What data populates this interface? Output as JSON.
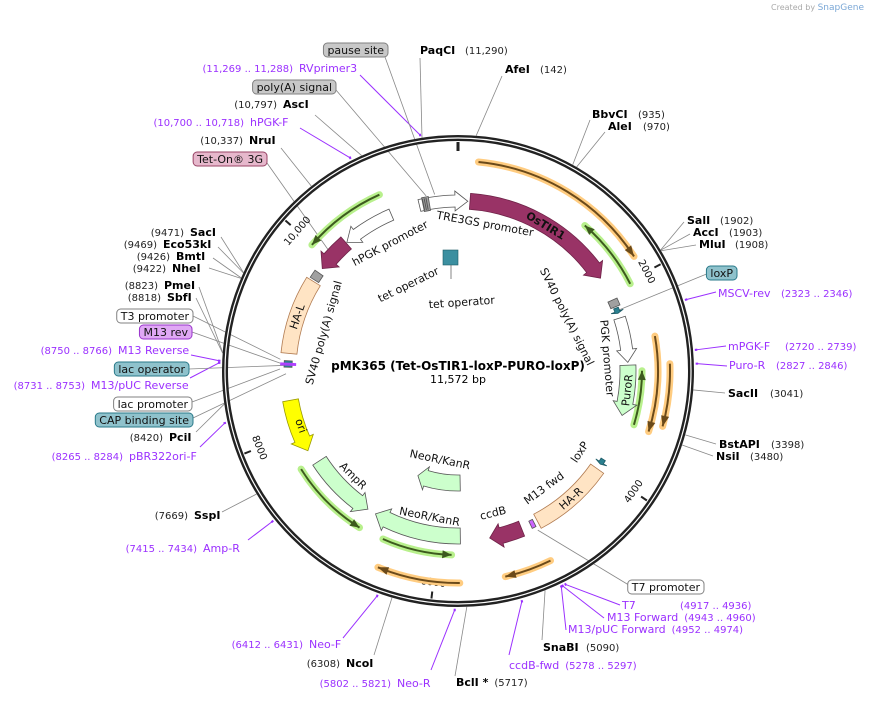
{
  "header": {
    "created_by": "Created by",
    "brand": "SnapGene"
  },
  "plasmid": {
    "name": "pMK365 (Tet-OsTIR1-loxP-PURO-loxP)",
    "length_label": "11,572 bp",
    "length_bp": 11572
  },
  "ticks": [
    {
      "bp": 2000,
      "label": "2000"
    },
    {
      "bp": 4000,
      "label": "4000"
    },
    {
      "bp": 6000,
      "label": "6000"
    },
    {
      "bp": 8000,
      "label": "8000"
    },
    {
      "bp": 10000,
      "label": "10,000"
    }
  ],
  "colors": {
    "ring": "#000000",
    "enzyme": "#000000",
    "primer": "#9b30ff",
    "cds": "#993366",
    "promoter": "#ffffff",
    "marker": "#ccffcc",
    "ori": "#ffff00",
    "homology": "#ffe4c4",
    "polyA": "#a0a0a0",
    "loxP": "#2a8090",
    "primer_green": "#b8f08c",
    "primer_orange": "#ffcc80"
  },
  "features": [
    {
      "name": "OsTIR1",
      "label": "OsTIR1",
      "start": 130,
      "end": 1830,
      "strand": 1,
      "type": "cds",
      "color": "#993366"
    },
    {
      "name": "TRE3GS promoter",
      "label": "TRE3GS promoter",
      "start": 11150,
      "end": 11678,
      "strand": 1,
      "type": "promoter",
      "color": "#ffffff"
    },
    {
      "name": "tet operator",
      "label": "",
      "start": 11190,
      "end": 11260,
      "strand": 0,
      "type": "misc",
      "color": "#a0a0a0"
    },
    {
      "name": "hPGK promoter",
      "label": "hPGK promoter",
      "start": 10260,
      "end": 10830,
      "strand": -1,
      "type": "promoter",
      "color": "#ffffff"
    },
    {
      "name": "Tet-On 3G",
      "label": "",
      "start": 9870,
      "end": 10250,
      "strand": -1,
      "type": "cds",
      "color": "#993366"
    },
    {
      "name": "SV40 poly(A) signal",
      "label": "SV40 poly(A) signal",
      "start": 9720,
      "end": 9810,
      "strand": 0,
      "type": "polyA",
      "color": "#a0a0a0"
    },
    {
      "name": "HA-L",
      "label": "HA-L",
      "start": 8870,
      "end": 9700,
      "strand": 0,
      "type": "homology",
      "color": "#ffe4c4"
    },
    {
      "name": "lac operator",
      "label": "",
      "start": 8720,
      "end": 8790,
      "strand": 0,
      "type": "misc",
      "color": "#2a8090"
    },
    {
      "name": "ori",
      "label": "ori",
      "start": 7780,
      "end": 8360,
      "strand": -1,
      "type": "ori",
      "color": "#ffff00"
    },
    {
      "name": "AmpR",
      "label": "AmpR",
      "start": 6850,
      "end": 7620,
      "strand": -1,
      "type": "marker",
      "color": "#ccffcc"
    },
    {
      "name": "NeoR/KanR",
      "label": "NeoR/KanR",
      "start": 5750,
      "end": 6460,
      "strand": 1,
      "type": "marker",
      "color": "#ccffcc"
    },
    {
      "name": "NeoR/KanR",
      "label": "NeoR/KanR",
      "start": 5760,
      "end": 6750,
      "strand": 1,
      "type": "marker",
      "color": "#ccffcc"
    },
    {
      "name": "ccdB",
      "label": "ccdB",
      "start": 5080,
      "end": 5440,
      "strand": 1,
      "type": "cds",
      "color": "#993366"
    },
    {
      "name": "M13 fwd",
      "label": "M13 fwd",
      "start": 4930,
      "end": 4975,
      "strand": 0,
      "type": "primer_bind",
      "color": "#cc66ff"
    },
    {
      "name": "HA-R",
      "label": "HA-R",
      "start": 4020,
      "end": 4890,
      "strand": 0,
      "type": "homology",
      "color": "#ffe4c4"
    },
    {
      "name": "loxP",
      "label": "loxP",
      "start": 3900,
      "end": 3960,
      "strand": 1,
      "type": "loxP",
      "color": "#2a8090"
    },
    {
      "name": "PuroR",
      "label": "PuroR",
      "start": 2830,
      "end": 3380,
      "strand": 1,
      "type": "marker",
      "color": "#ccffcc"
    },
    {
      "name": "PGK promoter",
      "label": "PGK promoter",
      "start": 2310,
      "end": 2800,
      "strand": 1,
      "type": "promoter",
      "color": "#ffffff"
    },
    {
      "name": "loxP",
      "label": "",
      "start": 2195,
      "end": 2255,
      "strand": 1,
      "type": "loxP",
      "color": "#2a8090"
    },
    {
      "name": "SV40 poly(A) signal",
      "label": "SV40 poly(A) signal",
      "start": 2100,
      "end": 2180,
      "strand": 0,
      "type": "polyA",
      "color": "#a0a0a0"
    }
  ],
  "center_feature": {
    "name": "tet operator",
    "labels": [
      "tet operator",
      "tet operator"
    ]
  },
  "binding_arcs": [
    {
      "start": 9990,
      "end": 10800,
      "strand": -1,
      "kind": "green"
    },
    {
      "start": 1320,
      "end": 2030,
      "strand": -1,
      "kind": "green"
    },
    {
      "start": 2890,
      "end": 3440,
      "strand": -1,
      "kind": "green"
    },
    {
      "start": 6820,
      "end": 7650,
      "strand": -1,
      "kind": "green"
    },
    {
      "start": 5850,
      "end": 6560,
      "strand": -1,
      "kind": "green"
    },
    {
      "start": 180,
      "end": 1830,
      "strand": 1,
      "kind": "orange"
    },
    {
      "start": 2570,
      "end": 3460,
      "strand": 1,
      "kind": "orange"
    },
    {
      "start": 2830,
      "end": 3380,
      "strand": 1,
      "kind": "orange"
    },
    {
      "start": 4950,
      "end": 5370,
      "strand": 1,
      "kind": "orange"
    },
    {
      "start": 5770,
      "end": 6500,
      "strand": 1,
      "kind": "orange"
    }
  ],
  "enzymes": [
    {
      "name": "PaqCI",
      "position": "(11,290)",
      "bp": 11290
    },
    {
      "name": "AfeI",
      "position": "(142)",
      "bp": 142
    },
    {
      "name": "BbvCI",
      "position": "(935)",
      "bp": 935
    },
    {
      "name": "AleI",
      "position": "(970)",
      "bp": 970
    },
    {
      "name": "SalI",
      "position": "(1902)",
      "bp": 1902
    },
    {
      "name": "AccI",
      "position": "(1903)",
      "bp": 1903
    },
    {
      "name": "MluI",
      "position": "(1908)",
      "bp": 1908
    },
    {
      "name": "SacII",
      "position": "(3041)",
      "bp": 3041
    },
    {
      "name": "BstAPI",
      "position": "(3398)",
      "bp": 3398
    },
    {
      "name": "NsiI",
      "position": "(3480)",
      "bp": 3480
    },
    {
      "name": "SnaBI",
      "position": "(5090)",
      "bp": 5090
    },
    {
      "name": "BclI *",
      "position": "(5717)",
      "bp": 5717
    },
    {
      "name": "NcoI",
      "position": "(6308)",
      "bp": 6308
    },
    {
      "name": "SspI",
      "position": "(7669)",
      "bp": 7669
    },
    {
      "name": "PciI",
      "position": "(8420)",
      "bp": 8420
    },
    {
      "name": "SbfI",
      "position": "(8818)",
      "bp": 8818
    },
    {
      "name": "PmeI",
      "position": "(8823)",
      "bp": 8823
    },
    {
      "name": "NheI",
      "position": "(9422)",
      "bp": 9422
    },
    {
      "name": "BmtI",
      "position": "(9426)",
      "bp": 9426
    },
    {
      "name": "Eco53kI",
      "position": "(9469)",
      "bp": 9469
    },
    {
      "name": "SacI",
      "position": "(9471)",
      "bp": 9471
    },
    {
      "name": "AscI",
      "position": "(10,797)",
      "bp": 10797
    },
    {
      "name": "NruI",
      "position": "(10,337)",
      "bp": 10337
    }
  ],
  "primers": [
    {
      "name": "RVprimer3",
      "range": "(11,269 .. 11,288)",
      "start": 11269,
      "end": 11288
    },
    {
      "name": "hPGK-F",
      "range": "(10,700 .. 10,718)",
      "start": 10700,
      "end": 10718
    },
    {
      "name": "MSCV-rev",
      "range": "(2323 .. 2346)",
      "start": 2323,
      "end": 2346
    },
    {
      "name": "mPGK-F",
      "range": "(2720 .. 2739)",
      "start": 2720,
      "end": 2739
    },
    {
      "name": "Puro-R",
      "range": "(2827 .. 2846)",
      "start": 2827,
      "end": 2846
    },
    {
      "name": "T7",
      "range": "(4917 .. 4936)",
      "start": 4917,
      "end": 4936
    },
    {
      "name": "M13 Forward",
      "range": "(4943 .. 4960)",
      "start": 4943,
      "end": 4960
    },
    {
      "name": "M13/pUC Forward",
      "range": "(4952 .. 4974)",
      "start": 4952,
      "end": 4974
    },
    {
      "name": "ccdB-fwd",
      "range": "(5278 .. 5297)",
      "start": 5278,
      "end": 5297
    },
    {
      "name": "Neo-R",
      "range": "(5802 .. 5821)",
      "start": 5802,
      "end": 5821
    },
    {
      "name": "Neo-F",
      "range": "(6412 .. 6431)",
      "start": 6412,
      "end": 6431
    },
    {
      "name": "Amp-R",
      "range": "(7415 .. 7434)",
      "start": 7415,
      "end": 7434
    },
    {
      "name": "pBR322ori-F",
      "range": "(8265 .. 8284)",
      "start": 8265,
      "end": 8284
    },
    {
      "name": "M13/pUC Reverse",
      "range": "(8731 .. 8753)",
      "start": 8731,
      "end": 8753
    },
    {
      "name": "M13 Reverse",
      "range": "(8750 .. 8766)",
      "start": 8750,
      "end": 8766
    }
  ],
  "feature_callouts": [
    {
      "label": "pause site",
      "fill": "#c8c8c8",
      "stroke": "#808080"
    },
    {
      "label": "poly(A) signal",
      "fill": "#c8c8c8",
      "stroke": "#808080"
    },
    {
      "label": "Tet-On® 3G",
      "fill": "#e6b8cc",
      "stroke": "#994466"
    },
    {
      "label": "T3 promoter",
      "fill": "#ffffff",
      "stroke": "#808080"
    },
    {
      "label": "M13 rev",
      "fill": "#e0a8f5",
      "stroke": "#9933cc"
    },
    {
      "label": "lac operator",
      "fill": "#8fc2cc",
      "stroke": "#2a7a8a"
    },
    {
      "label": "lac promoter",
      "fill": "#ffffff",
      "stroke": "#808080"
    },
    {
      "label": "CAP binding site",
      "fill": "#8fc2cc",
      "stroke": "#2a7a8a"
    },
    {
      "label": "loxP",
      "fill": "#8fc2cc",
      "stroke": "#2a7a8a"
    },
    {
      "label": "T7 promoter",
      "fill": "#ffffff",
      "stroke": "#808080"
    }
  ]
}
